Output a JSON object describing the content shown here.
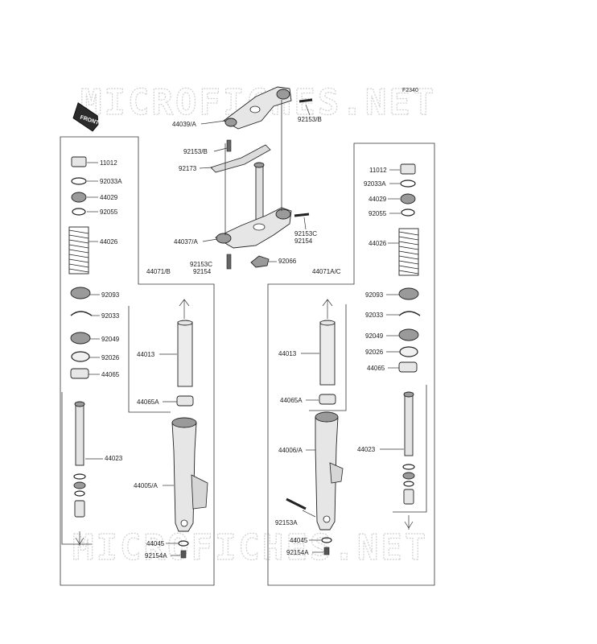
{
  "diagram": {
    "code": "F2340",
    "front_label": "FRONT",
    "watermark": "MICROFICHES.NET",
    "top_labels": {
      "upper_bracket": "44039/A",
      "bolt_upper_right": "92153/B",
      "bolt_upper_left": "92153/B",
      "clamp": "92173",
      "lower_bracket": "44037/A",
      "bolt_lower_right_a": "92153C",
      "bolt_lower_right_b": "92154",
      "bolt_lower_left_a": "92153C",
      "bolt_lower_left_b": "92154",
      "nut": "92066"
    },
    "left_fork": {
      "assembly": "44071/B",
      "cap": "11012",
      "oring": "92033A",
      "collar": "44029",
      "ring": "92055",
      "spring": "44026",
      "seal": "92093",
      "circlip": "92033",
      "oil_seal": "92049",
      "washer": "92026",
      "bushing": "44065",
      "damper": "44023",
      "inner_tube": "44013",
      "guide_bush": "44065A",
      "outer_tube": "44005/A",
      "gasket": "44045",
      "bolt": "92154A"
    },
    "right_fork": {
      "assembly": "44071A/C",
      "cap": "11012",
      "oring": "92033A",
      "collar": "44029",
      "ring": "92055",
      "spring": "44026",
      "seal": "92093",
      "circlip": "92033",
      "oil_seal": "92049",
      "washer": "92026",
      "bushing": "44065",
      "damper": "44023",
      "inner_tube": "44013",
      "guide_bush": "44065A",
      "outer_tube": "44006/A",
      "axle_bolt": "92153A",
      "gasket": "44045",
      "bolt": "92154A"
    }
  }
}
